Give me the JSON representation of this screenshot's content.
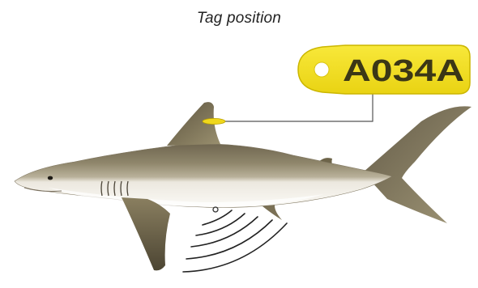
{
  "caption": "Tag position",
  "tag": {
    "label": "A034A",
    "color": "#f2de1e",
    "border_color": "#c9b400",
    "text_color": "#3b3716"
  },
  "shark": {
    "dorsal_color": "#8a7f63",
    "belly_color": "#f4f1ea"
  },
  "signal": {
    "wave_count": 5,
    "color": "#222222"
  }
}
